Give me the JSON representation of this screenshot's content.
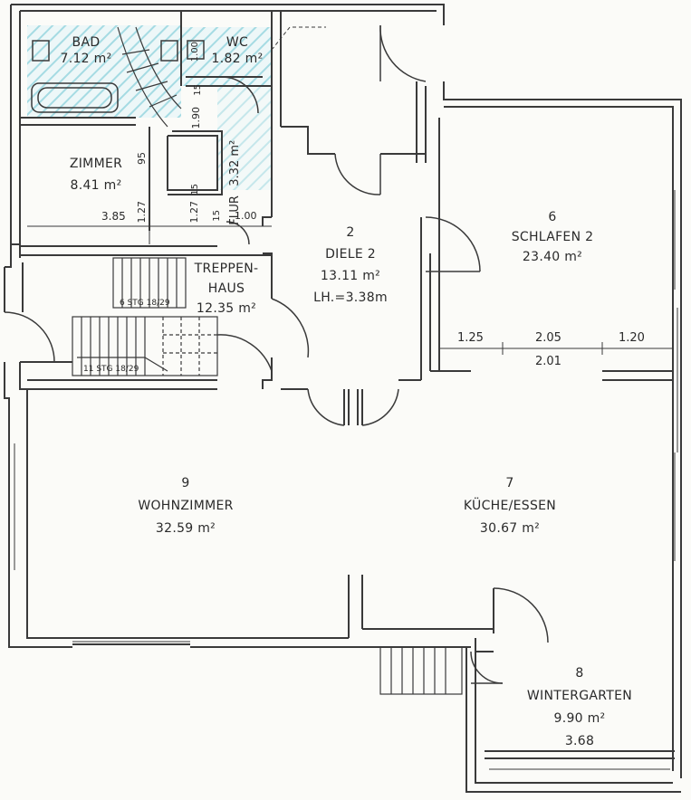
{
  "rooms": {
    "bad": {
      "name": "BAD",
      "area": "7.12 m²"
    },
    "wc": {
      "name": "WC",
      "area": "1.82 m²"
    },
    "zimmer": {
      "name": "ZIMMER",
      "area": "8.41 m²"
    },
    "flur": {
      "name": "FLUR",
      "area": "3.32 m²"
    },
    "diele": {
      "number": "2",
      "name": "DIELE 2",
      "area": "13.11 m²",
      "height": "LH.=3.38m"
    },
    "schlafen": {
      "number": "6",
      "name": "SCHLAFEN 2",
      "area": "23.40 m²"
    },
    "treppenhaus": {
      "name_line1": "TREPPEN-",
      "name_line2": "HAUS",
      "area": "12.35 m²"
    },
    "wohnzimmer": {
      "number": "9",
      "name": "WOHNZIMMER",
      "area": "32.59 m²"
    },
    "kueche": {
      "number": "7",
      "name": "KÜCHE/ESSEN",
      "area": "30.67 m²"
    },
    "wintergarten": {
      "number": "8",
      "name": "WINTERGARTEN",
      "area": "9.90 m²",
      "width": "3.68"
    }
  },
  "stairs": {
    "upper": "6 STG 18/29",
    "lower": "11 STG 18/29"
  },
  "dimensions": {
    "zimmer_width": "3.85",
    "zimmer_h1": "1.27",
    "zimmer_95": "95",
    "flur_127": "1.27",
    "flur_15a": "15",
    "flur_15b": "15",
    "flur_100": "1.00",
    "flur_190": "1.90",
    "flur_15c": "15",
    "wc_100": "1.00",
    "sch_left": "1.25",
    "sch_mid": "2.05",
    "sch_right": "1.20",
    "sch_below": "2.01"
  }
}
